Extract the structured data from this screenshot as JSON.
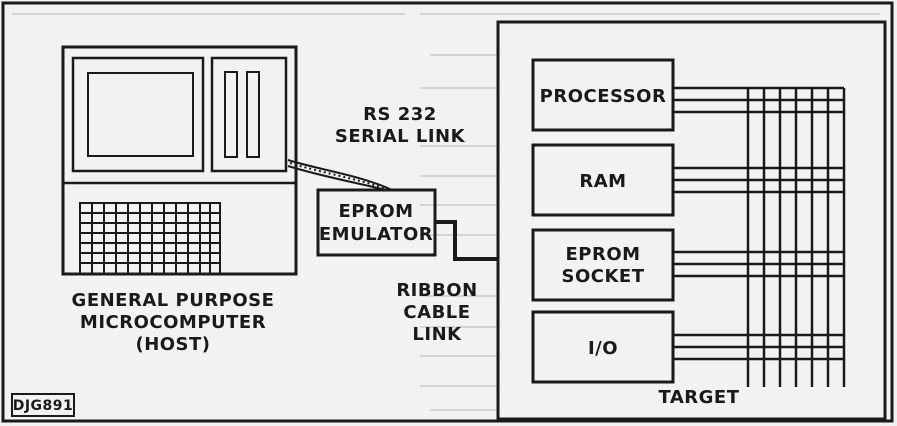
{
  "host": {
    "label_line1": "GENERAL PURPOSE",
    "label_line2": "MICROCOMPUTER",
    "label_line3": "(HOST)"
  },
  "serial_link": {
    "label_line1": "RS 232",
    "label_line2": "SERIAL LINK"
  },
  "emulator": {
    "label_line1": "EPROM",
    "label_line2": "EMULATOR"
  },
  "ribbon_link": {
    "label_line1": "RIBBON",
    "label_line2": "CABLE",
    "label_line3": "LINK"
  },
  "target": {
    "label": "TARGET",
    "blocks": {
      "processor": "PROCESSOR",
      "ram": "RAM",
      "eprom_socket_line1": "EPROM",
      "eprom_socket_line2": "SOCKET",
      "io": "I/O"
    }
  },
  "figure_code": "DJG891",
  "colors": {
    "ink": "#1a1a1a",
    "paper": "#f2f2f2",
    "faded_text": "#9a9a9a"
  }
}
